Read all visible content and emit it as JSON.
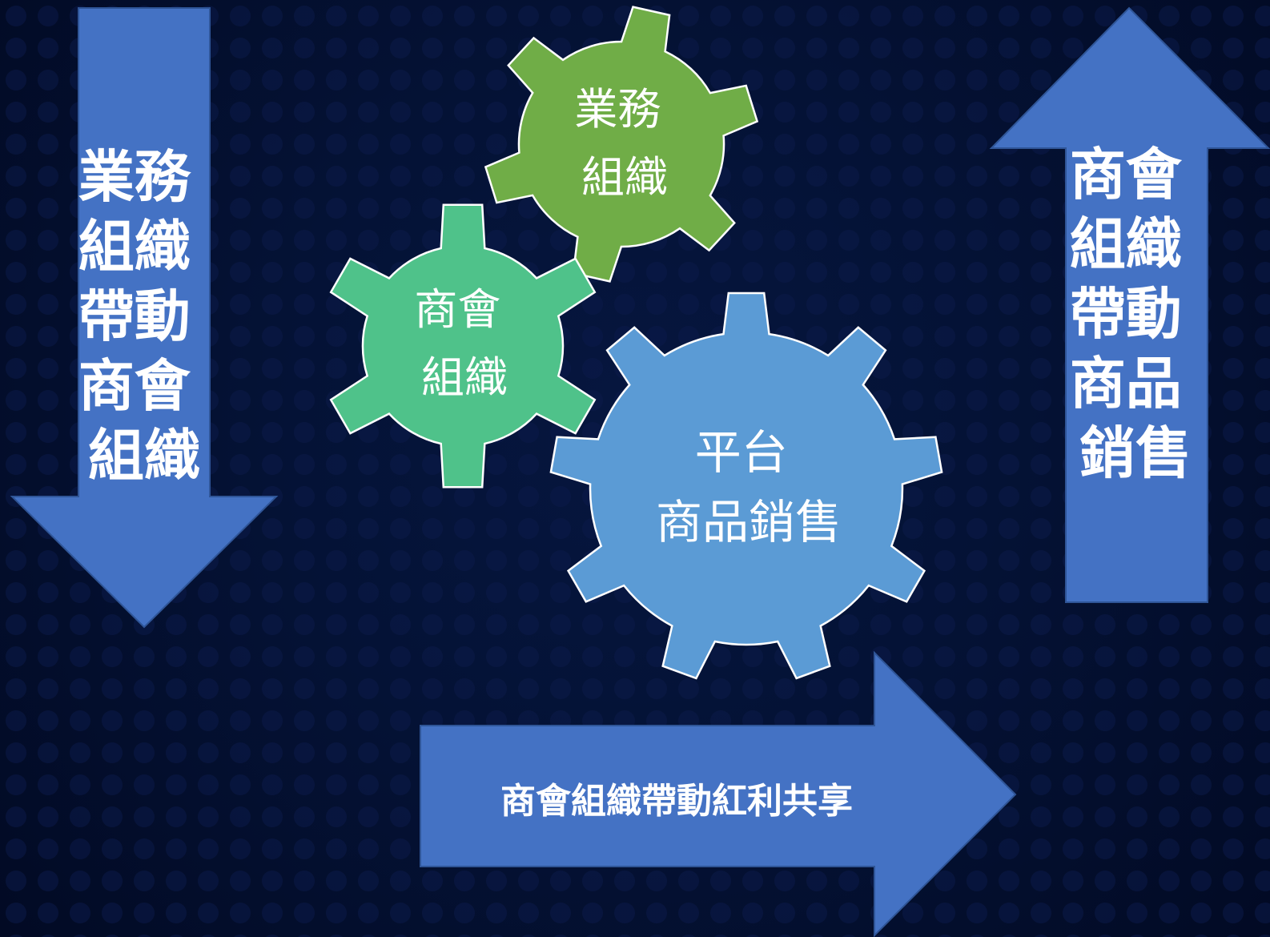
{
  "diagram": {
    "left_arrow": {
      "lines": [
        "業務",
        "組織",
        "帶動",
        "商會",
        "組織"
      ],
      "color": "#4472c4"
    },
    "right_arrow": {
      "lines": [
        "商會",
        "組織",
        "帶動",
        "商品",
        "銷售"
      ],
      "color": "#4472c4"
    },
    "bottom_arrow": {
      "text": "商會組織帶動紅利共享",
      "color": "#4472c4"
    },
    "gear_top": {
      "lines": [
        "業務",
        "組織"
      ],
      "color": "#70ad47"
    },
    "gear_middle": {
      "lines": [
        "商會",
        "組織"
      ],
      "color": "#4fc28a"
    },
    "gear_bottom": {
      "lines": [
        "平台",
        "商品銷售"
      ],
      "color": "#5b9bd5"
    }
  }
}
